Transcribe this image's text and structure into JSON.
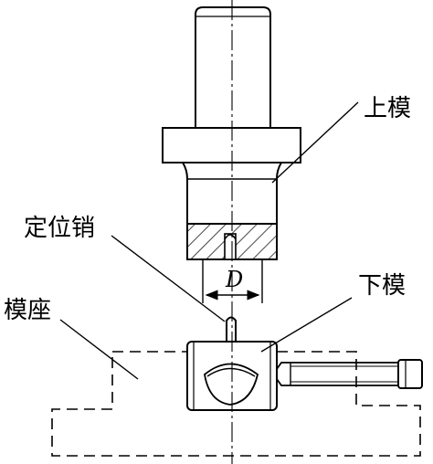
{
  "labels": {
    "upper_die": "上模",
    "locating_pin": "定位销",
    "die_base": "模座",
    "lower_die": "下模",
    "dimension": "D"
  }
}
